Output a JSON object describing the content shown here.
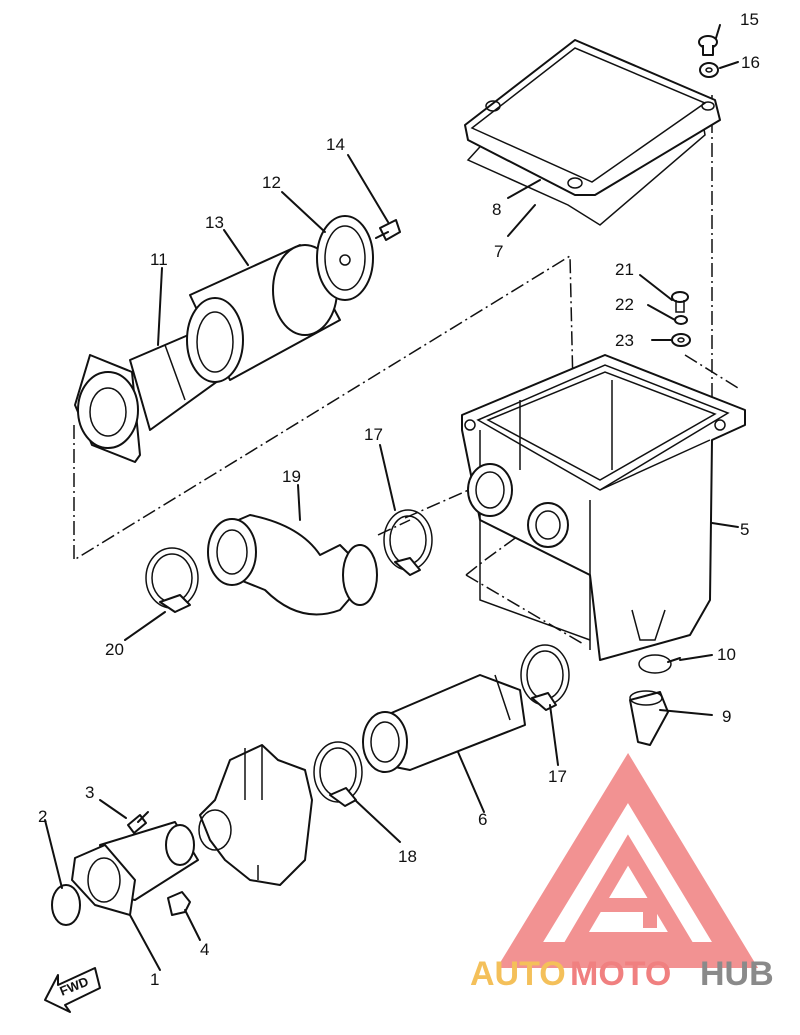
{
  "parts": {
    "p1": "1",
    "p2": "2",
    "p3": "3",
    "p4": "4",
    "p5": "5",
    "p6": "6",
    "p7": "7",
    "p8": "8",
    "p9": "9",
    "p10": "10",
    "p11": "11",
    "p12": "12",
    "p13": "13",
    "p14": "14",
    "p15": "15",
    "p16": "16",
    "p17a": "17",
    "p17b": "17",
    "p18": "18",
    "p19": "19",
    "p20": "20",
    "p21": "21",
    "p22": "22",
    "p23": "23"
  },
  "fwd_label": "FWD",
  "watermark": {
    "auto": "AUTO",
    "moto": "MOTO",
    "hub": "HUB",
    "colors": {
      "logo": "#f08080",
      "auto": "#f4c05a",
      "moto": "#f08080",
      "hub": "#8a8a8a"
    }
  }
}
